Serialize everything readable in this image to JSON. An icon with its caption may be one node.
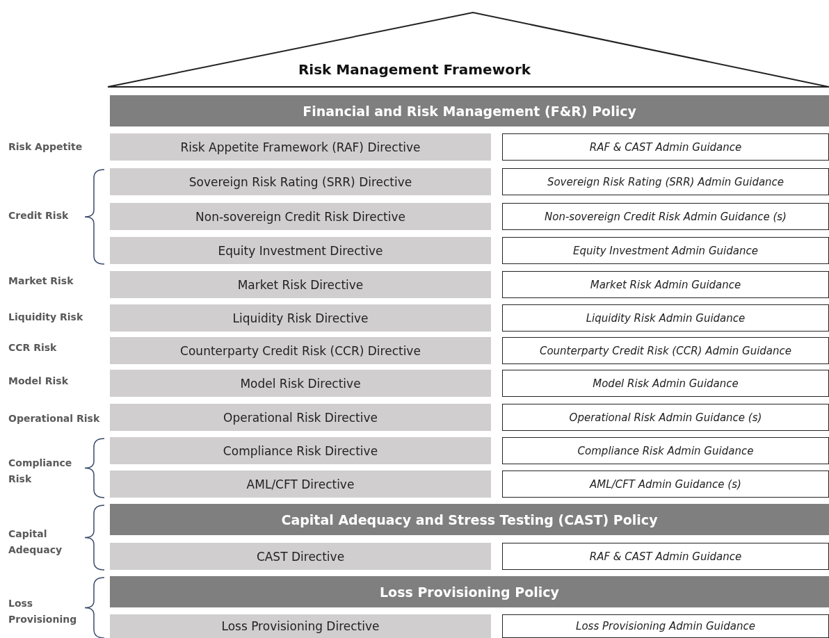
{
  "diagram": {
    "title": "Risk Management Framework",
    "nodes": [
      {
        "text": [
          "Financial and Risk Management (F&R) Policy"
        ]
      },
      {
        "text": [
          "Risk Appetite Framework (RAF) Directive"
        ]
      },
      {
        "text": [
          "RAF & CAST Admin Guidance"
        ]
      },
      {
        "text": [
          "Sovereign Risk Rating (SRR) Directive"
        ]
      },
      {
        "text": [
          "Sovereign Risk Rating (SRR) Admin Guidance"
        ]
      },
      {
        "text": [
          "Non-sovereign Credit Risk Directive"
        ]
      },
      {
        "text": [
          "Non-sovereign Credit Risk Admin Guidance (s)"
        ]
      },
      {
        "text": [
          "Equity Investment Directive"
        ]
      },
      {
        "text": [
          "Equity Investment Admin Guidance"
        ]
      },
      {
        "text": [
          "Market Risk Directive"
        ]
      },
      {
        "text": [
          "Market Risk Admin Guidance"
        ]
      },
      {
        "text": [
          "Liquidity Risk Directive"
        ]
      },
      {
        "text": [
          "Liquidity Risk Admin Guidance"
        ]
      },
      {
        "text": [
          "Counterparty Credit Risk (CCR) Directive"
        ]
      },
      {
        "text": [
          "Counterparty Credit Risk (CCR) Admin Guidance"
        ]
      },
      {
        "text": [
          "Model Risk Directive"
        ]
      },
      {
        "text": [
          "Model Risk Admin Guidance"
        ]
      },
      {
        "text": [
          "Operational Risk Directive"
        ]
      },
      {
        "text": [
          "Operational Risk Admin Guidance (s)"
        ]
      },
      {
        "text": [
          "Compliance Risk Directive"
        ]
      },
      {
        "text": [
          "Compliance Risk Admin Guidance"
        ]
      },
      {
        "text": [
          "AML/CFT Directive"
        ]
      },
      {
        "text": [
          "AML/CFT Admin Guidance (s)"
        ]
      },
      {
        "text": [
          "Capital Adequacy and Stress Testing (CAST) Policy"
        ]
      },
      {
        "text": [
          "CAST Directive"
        ]
      },
      {
        "text": [
          "RAF & CAST Admin Guidance"
        ]
      },
      {
        "text": [
          "Loss Provisioning Policy"
        ]
      },
      {
        "text": [
          "Loss Provisioning Directive"
        ]
      },
      {
        "text": [
          "Loss Provisioning Admin Guidance"
        ]
      }
    ],
    "labels": [
      "Risk Appetite",
      "Credit Risk",
      "Market Risk",
      "Liquidity Risk",
      "CCR Risk",
      "Model Risk",
      "Operational Risk",
      "Compliance Risk",
      "Capital Adequacy",
      "Loss Provisioning"
    ]
  }
}
